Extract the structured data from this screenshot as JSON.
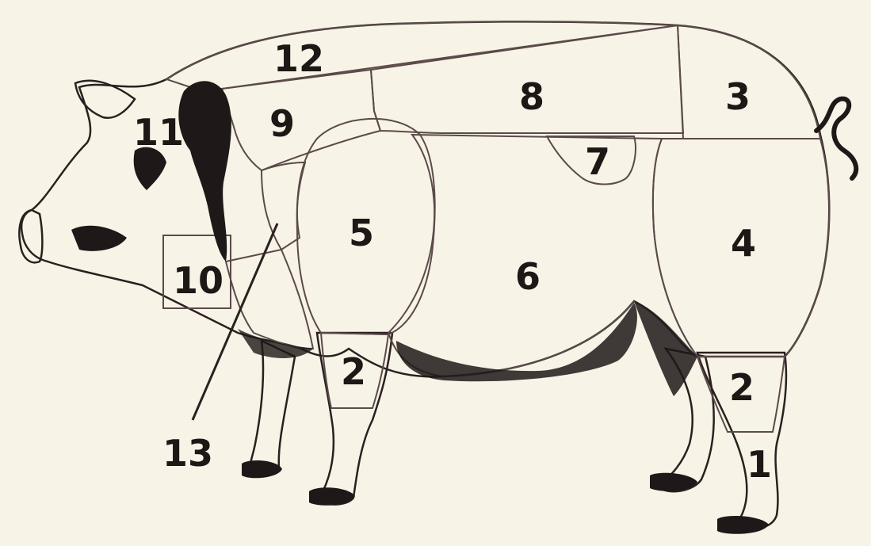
{
  "labels": {
    "l1": "1",
    "l2a": "2",
    "l2b": "2",
    "l3": "3",
    "l4": "4",
    "l5": "5",
    "l6": "6",
    "l7": "7",
    "l8": "8",
    "l9": "9",
    "l10": "10",
    "l11": "11",
    "l12": "12",
    "l13": "13"
  },
  "colors": {
    "background": "#f7f3e6",
    "body_pink": "#f8d8dc",
    "cut_12": "#f5cdd0",
    "cut_9": "#f8d2d6",
    "cut_8": "#efb3ba",
    "cut_3": "#f18f95",
    "cut_4": "#fbd5da",
    "cut_5": "#dca5ab",
    "cut_6": "#fbd3d8",
    "cut_7": "#f6c6cb",
    "cut_10": "#f19aa1",
    "cut_13": "#e9a0a6",
    "cut_2": "#fbe9ec",
    "ink": "#1e1818"
  }
}
